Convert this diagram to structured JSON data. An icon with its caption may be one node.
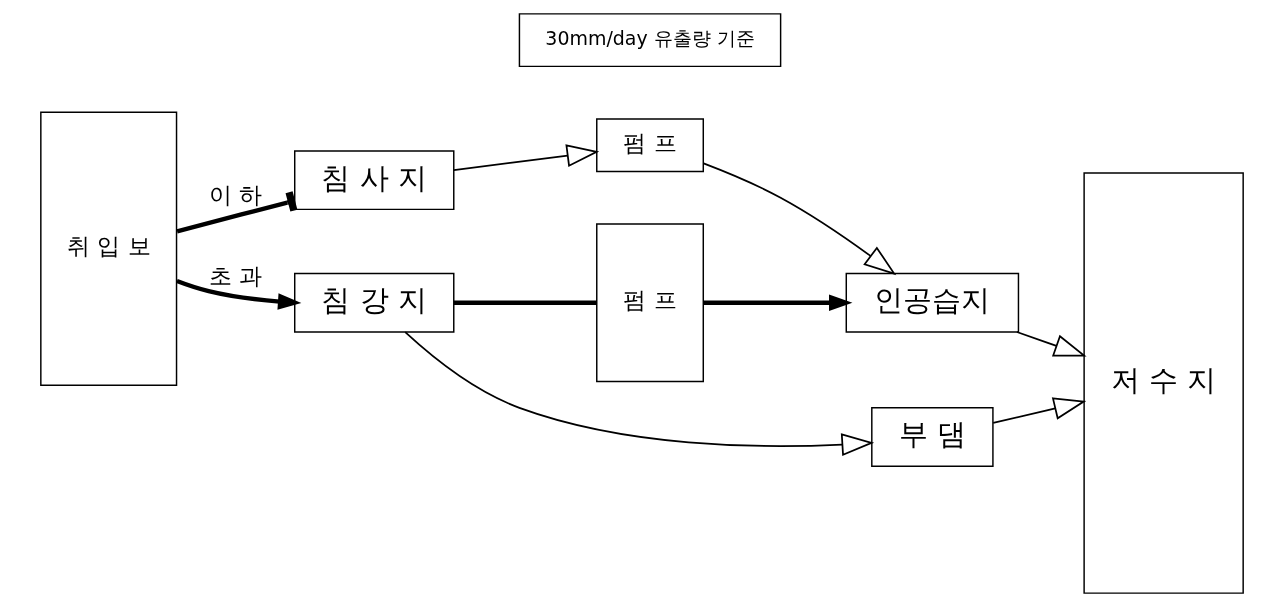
{
  "diagram": {
    "nodes": [
      {
        "text": [
          "취 입 보"
        ]
      },
      {
        "text": [
          "침 사 지"
        ]
      },
      {
        "text": [
          "펌 프"
        ]
      },
      {
        "text": [
          "인공습지"
        ]
      },
      {
        "text": [
          "펌 프"
        ]
      },
      {
        "text": [
          "침 강 지"
        ]
      },
      {
        "text": [
          "부 댐"
        ]
      },
      {
        "text": [
          "저 수 지"
        ]
      },
      {
        "text": [
          "30mm/day 유출량 기준"
        ]
      }
    ],
    "edges": [
      {
        "from": 0,
        "to": 1,
        "arrow": "other",
        "label": "이 하",
        "style": "thick"
      },
      {
        "from": 1,
        "to": 2,
        "arrow": "to"
      },
      {
        "from": 2,
        "to": 3,
        "arrow": "to"
      },
      {
        "from": 3,
        "to": 7,
        "arrow": "to"
      },
      {
        "from": 0,
        "to": 5,
        "arrow": "to",
        "label": "초 과",
        "style": "thick"
      },
      {
        "from": 5,
        "to": 4,
        "arrow": "none",
        "style": "thick"
      },
      {
        "from": 4,
        "to": 3,
        "arrow": "to",
        "style": "thick"
      },
      {
        "from": 5,
        "to": 6,
        "arrow": "to"
      },
      {
        "from": 6,
        "to": 7,
        "arrow": "to"
      }
    ]
  }
}
